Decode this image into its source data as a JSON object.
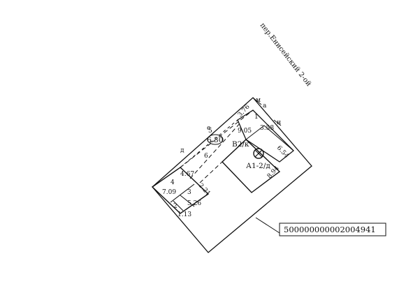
{
  "street": "пер.Енисейский 2-ой",
  "cadastral_number": "500000000002004941",
  "buildings": {
    "main_letter": "В2/к",
    "main_sub": "А1-2/д",
    "room_1": "1",
    "room_2": "2",
    "room_3": "3",
    "room_4": "4",
    "room_5": "5",
    "room_6": "6"
  },
  "dimensions": {
    "d_3_76": "3.76",
    "d_3_58": "3.58",
    "d_9_05": "9.05",
    "d_6_30": "6.30",
    "d_6_54": "6.54",
    "d_8_94": "8.94",
    "d_4_67": "4.67",
    "d_2_21": "2.21",
    "d_7_09": "7.09",
    "d_5_26": "5.26",
    "d_1_13": "1.13"
  },
  "corner_labels": {
    "top_a": "м",
    "top_b": "а",
    "right_b": "н",
    "left": "д",
    "mid": "е"
  }
}
